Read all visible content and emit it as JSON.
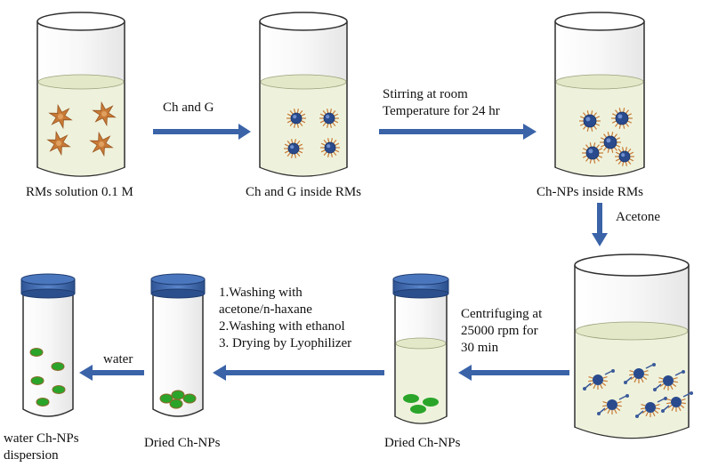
{
  "colors": {
    "arrow": "#3a63a8",
    "liquid": "#eef2dc",
    "liquid_top": "#e3e9c8",
    "glass_stroke": "#2f2f2f",
    "cap": "#3a62a6",
    "micelle_star": "#c77a36",
    "np_core": "#294a8c",
    "green_particle": "#2aa52a"
  },
  "labels": {
    "beaker1": "RMs solution 0.1 M",
    "arrow1": "Ch and G",
    "beaker2": "Ch and G inside RMs",
    "arrow2_line1": "Stirring at room",
    "arrow2_line2": "Temperature for 24 hr",
    "beaker3": "Ch-NPs inside RMs",
    "arrow3": "Acetone",
    "arrow4_line1": "Centrifuging at",
    "arrow4_line2": "25000 rpm for",
    "arrow4_line3": "30 min",
    "tube_centrifuged": "Dried Ch-NPs",
    "arrow5_line1": "1.Washing with",
    "arrow5_line2": "acetone/n-haxane",
    "arrow5_line3": "2.Washing with ethanol",
    "arrow5_line4": "3. Drying by Lyophilizer",
    "tube_dried": "Dried Ch-NPs",
    "arrow6": "water",
    "tube_water_line1": "water Ch-NPs",
    "tube_water_line2": "dispersion"
  },
  "icons": {
    "stars": "micelle-star-icon",
    "nanoparticles": "nanoparticle-icon",
    "pellets": "green-particle-icon"
  }
}
